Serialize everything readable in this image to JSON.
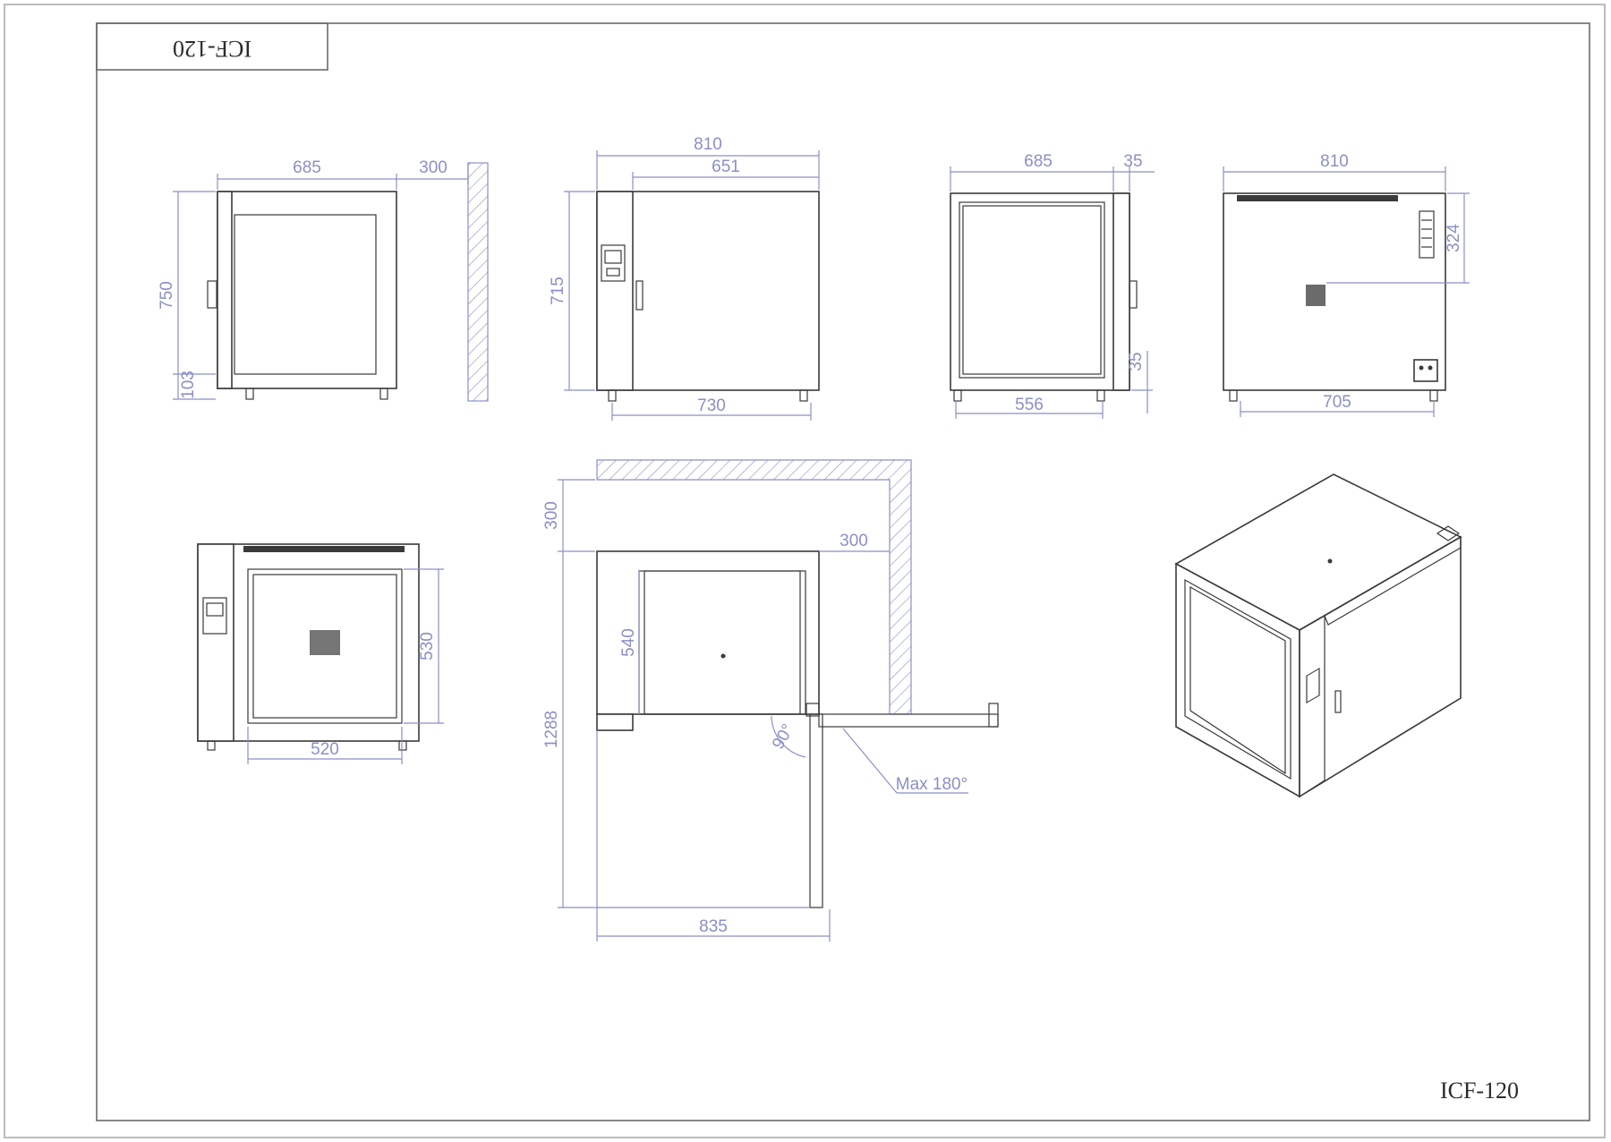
{
  "title_block": {
    "top_label": "ICF-120",
    "bottom_label": "ICF-120"
  },
  "dimensions": {
    "side_left": {
      "depth": "685",
      "clearance": "300",
      "height": "750",
      "foot": "103"
    },
    "front": {
      "overall_width": "810",
      "door_width": "651",
      "height": "715",
      "foot_span": "730"
    },
    "side_right": {
      "depth": "685",
      "offset": "35",
      "foot_span": "556",
      "foot": "35"
    },
    "rear": {
      "overall_width": "810",
      "vent_height": "324",
      "foot_span": "705"
    },
    "interior": {
      "height": "530",
      "width": "520"
    },
    "plan": {
      "rear_clearance": "300",
      "side_clearance": "300",
      "cavity_depth": "540",
      "door_angle": "90°",
      "max_swing": "Max 180°",
      "total_depth": "1288",
      "total_width": "835"
    }
  },
  "colors": {
    "outline": "#3a3a3a",
    "dimension": "#8a8fc8",
    "frame": "#6b6b6b"
  }
}
